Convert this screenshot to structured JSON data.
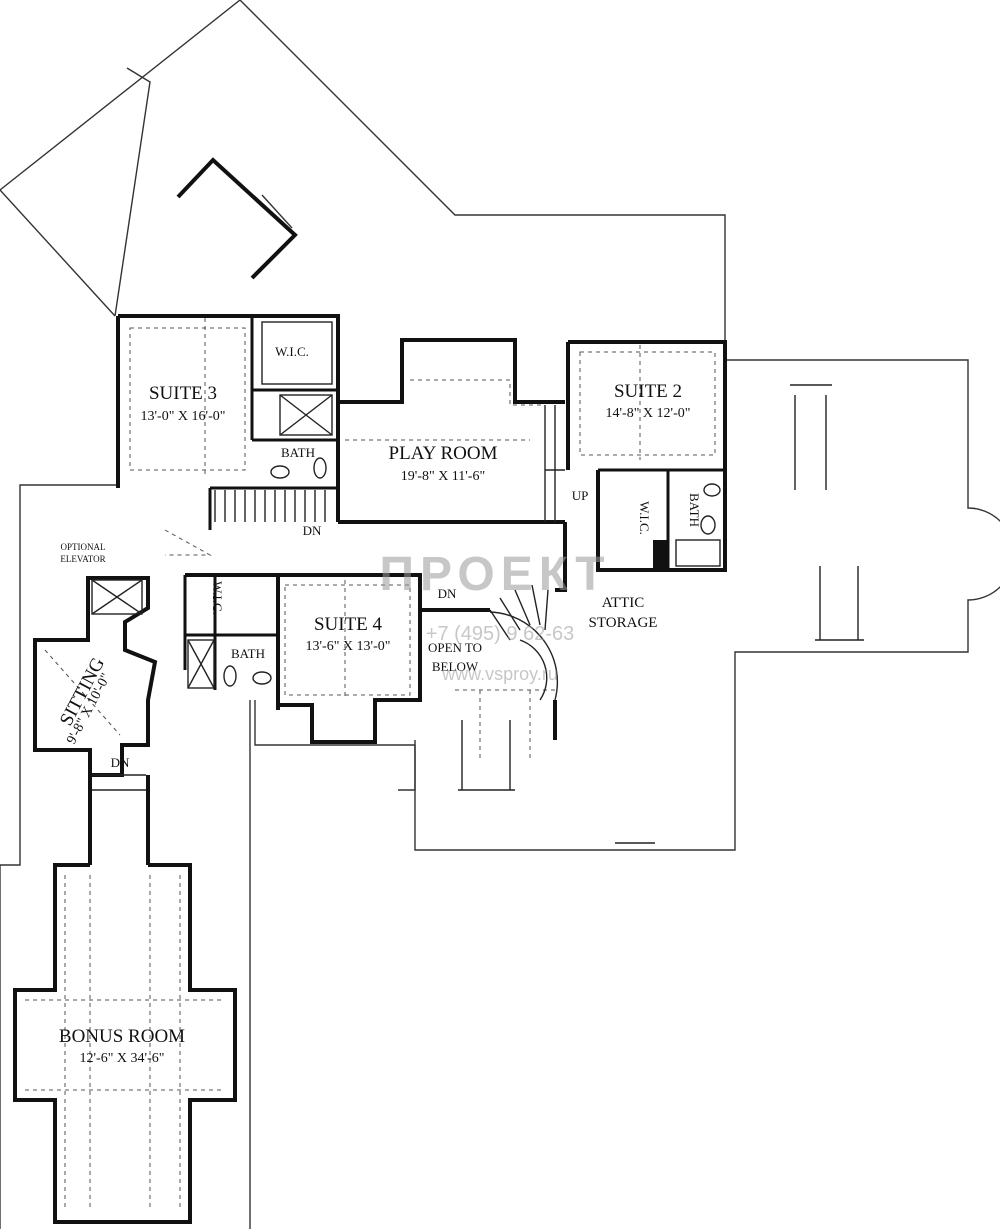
{
  "rooms": {
    "suite3": {
      "name": "SUITE 3",
      "dims": "13'-0\" X 16'-0\""
    },
    "suite2": {
      "name": "SUITE 2",
      "dims": "14'-8\" X 12'-0\""
    },
    "play_room": {
      "name": "PLAY ROOM",
      "dims": "19'-8\" X 11'-6\""
    },
    "suite4": {
      "name": "SUITE 4",
      "dims": "13'-6\" X 13'-0\""
    },
    "sitting": {
      "name": "SITTING",
      "dims": "9'-8\" X 10'-0\""
    },
    "bonus_room": {
      "name": "BONUS ROOM",
      "dims": "12'-6\" X 34'-6\""
    }
  },
  "labels": {
    "wic": "W.I.C.",
    "bath": "BATH",
    "up": "UP",
    "dn": "DN",
    "optional_1": "OPTIONAL",
    "optional_2": "ELEVATOR",
    "open_1": "OPEN TO",
    "open_2": "BELOW",
    "attic_1": "ATTIC",
    "attic_2": "STORAGE"
  },
  "watermark": {
    "brand": "ПРОЕКТ",
    "phone": "+7 (495) 9 62-63",
    "url": "www.vsproy.ru"
  },
  "colors": {
    "wall": "#111111",
    "line": "#333333",
    "background": "#ffffff",
    "watermark": "#9a9a9a"
  }
}
